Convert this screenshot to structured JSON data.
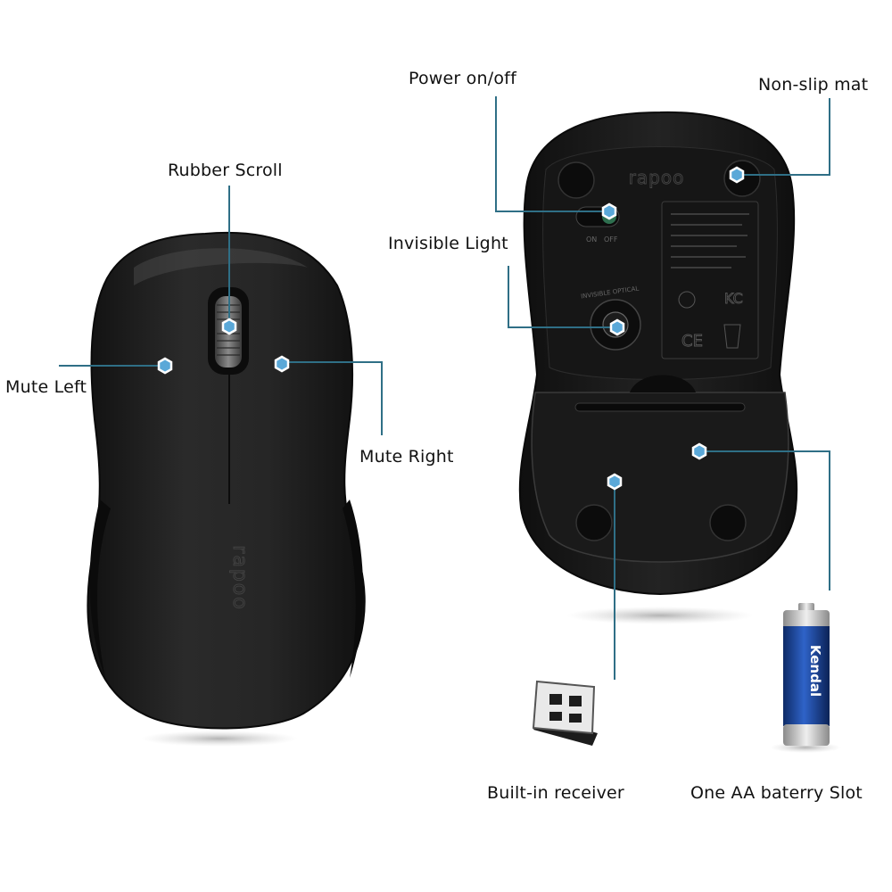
{
  "labels": {
    "power": "Power on/off",
    "non_slip": "Non-slip mat",
    "rubber_scroll": "Rubber Scroll",
    "invisible_light": "Invisible Light",
    "mute_left": "Mute Left",
    "mute_right": "Mute Right",
    "receiver": "Built-in receiver",
    "battery_slot": "One AA baterry Slot"
  },
  "product": {
    "brand_top": "rapoo",
    "brand_bottom": "rapoo",
    "switch_on": "ON",
    "switch_off": "OFF",
    "sensor_text": "INVISIBLE OPTICAL",
    "cert_ce": "CE",
    "cert_kc": "KC",
    "battery_brand": "Kendal"
  },
  "colors": {
    "callout": "#2f6f86",
    "marker": "#5aa8d8",
    "mouse_body": "#1e1e1e"
  }
}
